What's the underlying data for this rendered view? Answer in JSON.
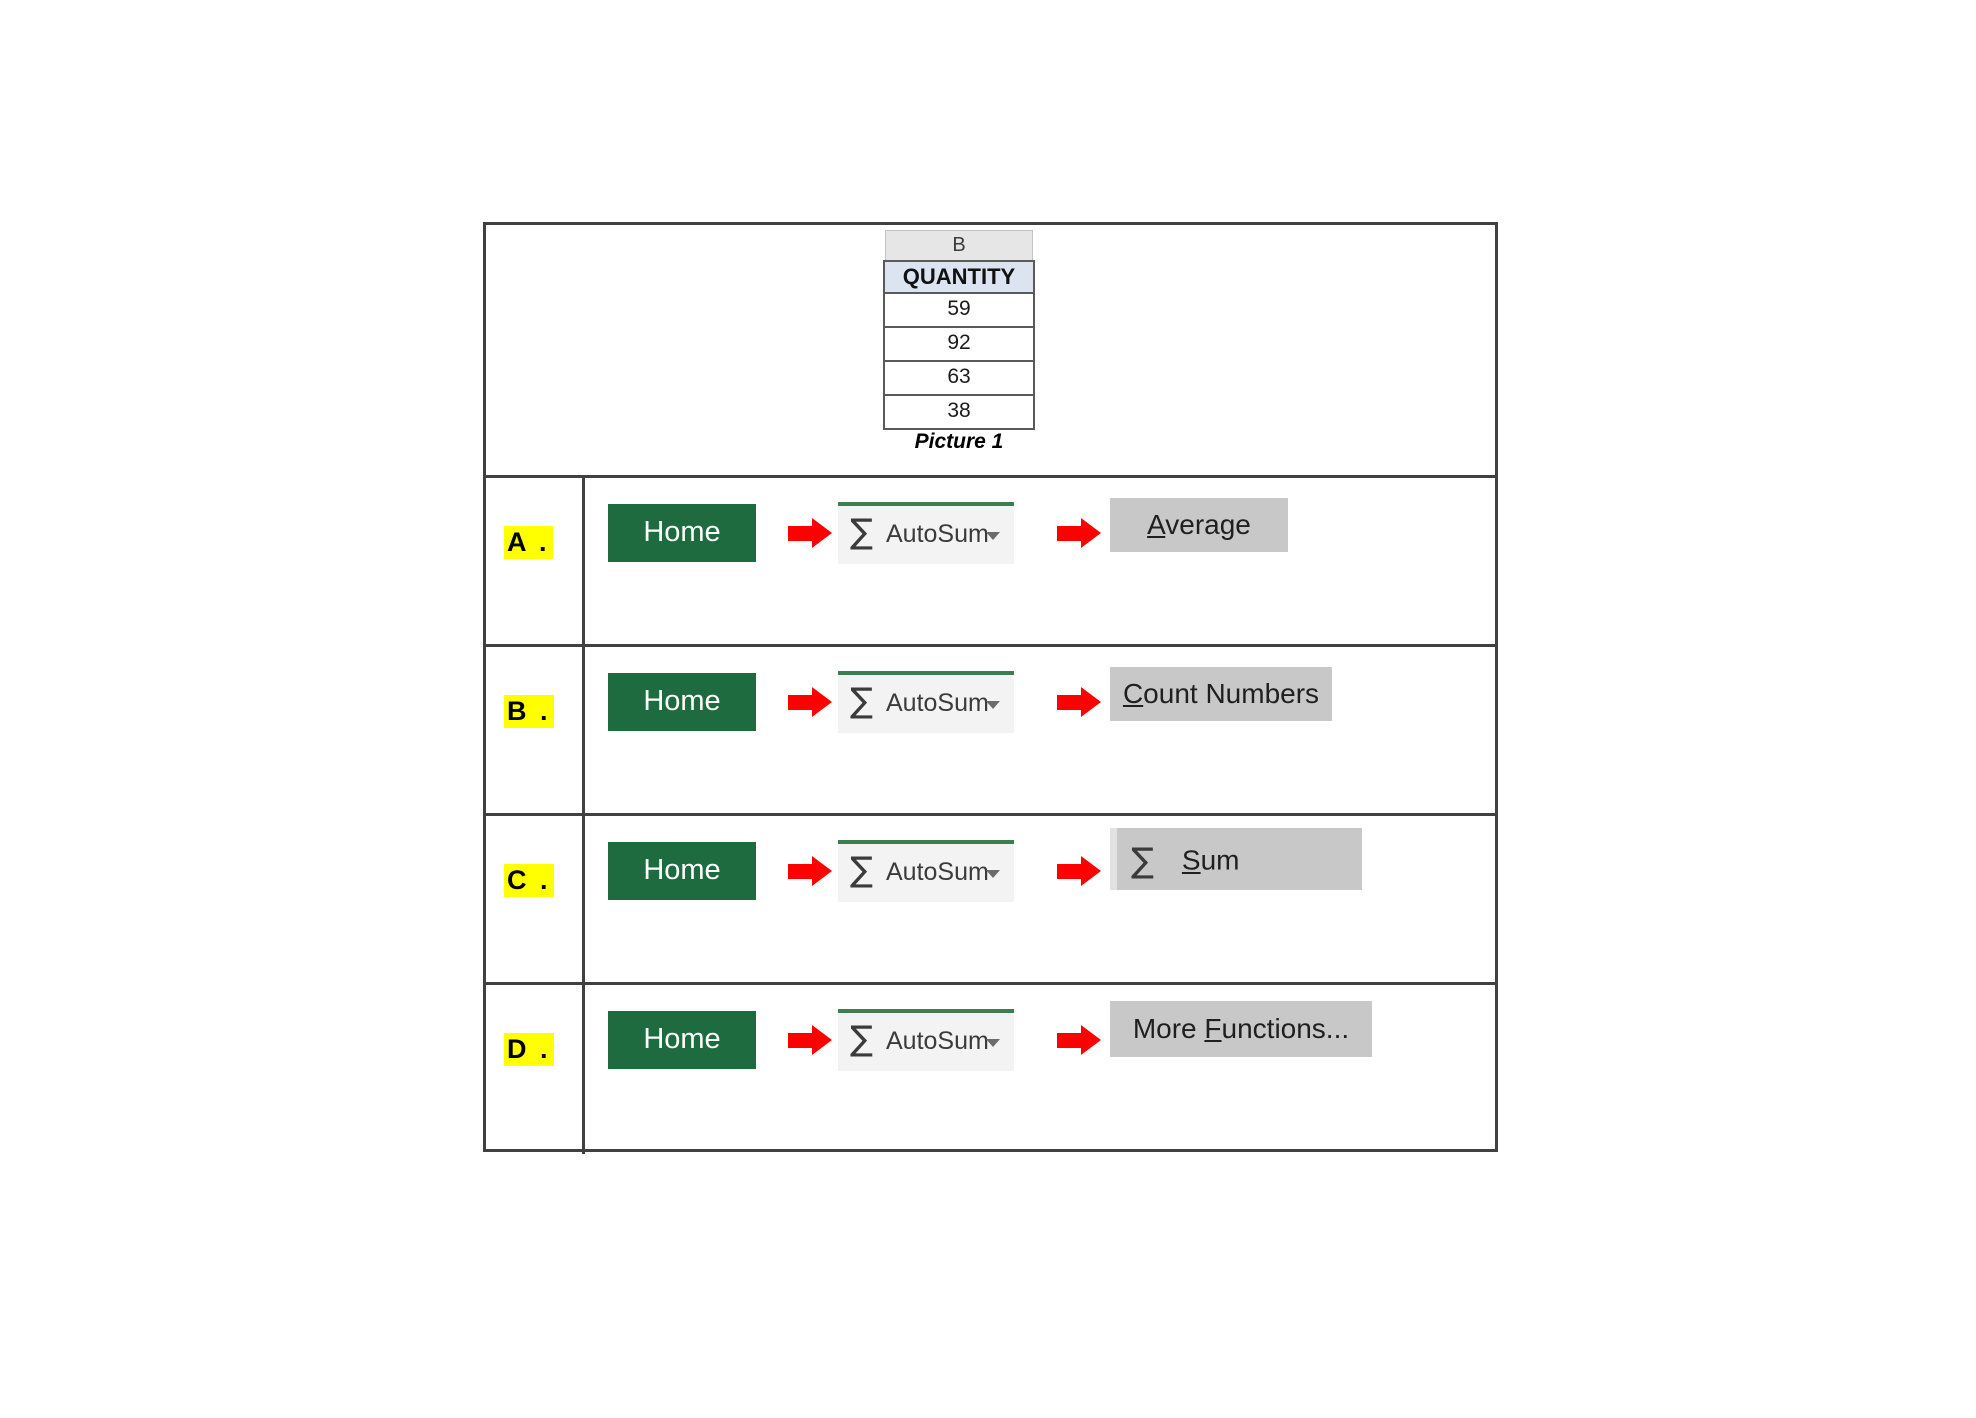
{
  "picture": {
    "caption": "Picture 1",
    "column_letter": "B",
    "header": "QUANTITY",
    "values": [
      "59",
      "92",
      "63",
      "38"
    ]
  },
  "colors": {
    "home_green": "#1e6b40",
    "arrow_red": "#ff0000",
    "highlight_yellow": "#ffff00",
    "result_gray": "#c8c8c8",
    "autosum_bg": "#f3f3f3",
    "autosum_top_border": "#3d7d52",
    "header_fill": "#dce4f2",
    "table_border": "#404040"
  },
  "common": {
    "home_label": "Home",
    "autosum_label": "AutoSum",
    "sigma": "∑",
    "arrow_icon": "right-arrow"
  },
  "options": [
    {
      "letter": "A .",
      "home": "Home",
      "autosum": "AutoSum",
      "result_prefix": "A",
      "result_rest": "verage",
      "result_full": "Average"
    },
    {
      "letter": "B .",
      "home": "Home",
      "autosum": "AutoSum",
      "result_prefix": "C",
      "result_rest": "ount Numbers",
      "result_full": "Count Numbers"
    },
    {
      "letter": "C .",
      "home": "Home",
      "autosum": "AutoSum",
      "result_prefix": "S",
      "result_rest": "um",
      "result_full": "Sum",
      "result_sigma": "∑"
    },
    {
      "letter": "D .",
      "home": "Home",
      "autosum": "AutoSum",
      "result_pre": "More ",
      "result_prefix": "F",
      "result_rest": "unctions...",
      "result_full": "More Functions..."
    }
  ]
}
